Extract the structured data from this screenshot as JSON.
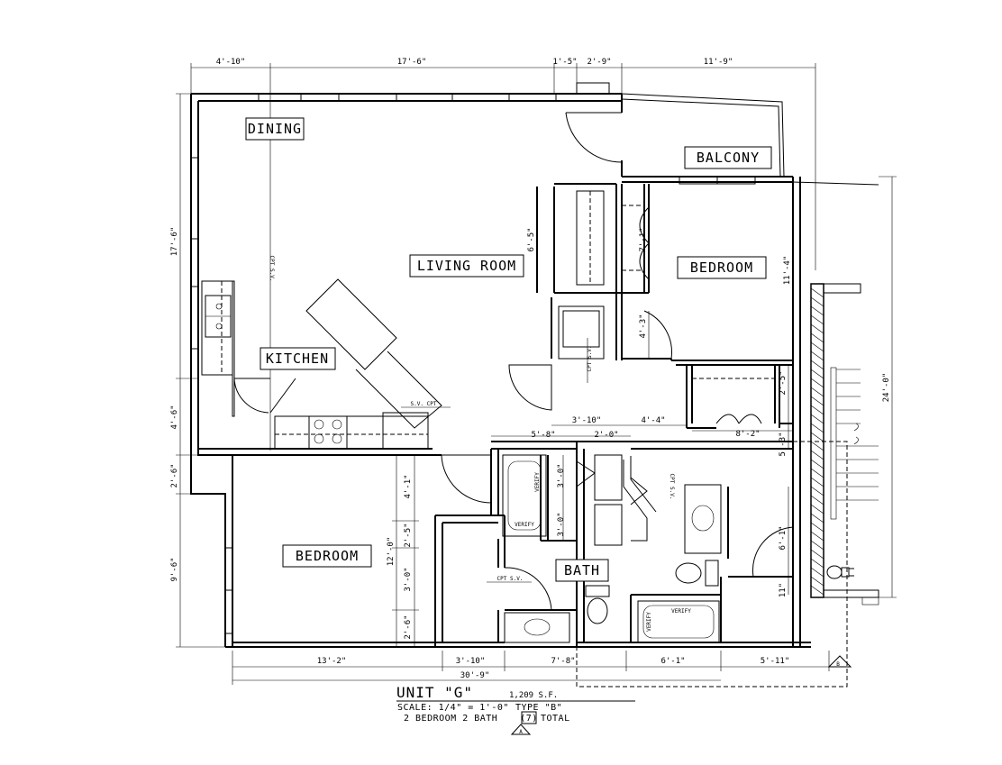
{
  "rooms": {
    "dining": "DINING",
    "balcony": "BALCONY",
    "living_room": "LIVING ROOM",
    "bedroom_right": "BEDROOM",
    "kitchen": "KITCHEN",
    "bedroom_left": "BEDROOM",
    "bath": "BATH"
  },
  "dimensions": {
    "top": [
      "4'-10\"",
      "17'-6\"",
      "1'-5\"",
      "2'-9\"",
      "11'-9\""
    ],
    "left": [
      "17'-6\"",
      "4'-6\"",
      "2'-6\"",
      "9'-6\""
    ],
    "bottom": [
      "13'-2\"",
      "3'-10\"",
      "7'-8\"",
      "6'-1\"",
      "5'-11\""
    ],
    "overall_bottom": "30'-9\"",
    "right_overall": "24'-0\"",
    "closet_height": "6'-5\"",
    "closet_depth": "7'-1\"",
    "bedroom_right_depth": "11'-4\"",
    "bath_closet_door": "4'-3\"",
    "mid_a": "3'-10\"",
    "mid_b": "4'-4\"",
    "mid_c": "5'-8\"",
    "mid_d": "2'-0\"",
    "closet_right": "8'-2\"",
    "right_a": "2'-5\"",
    "right_b": "5'-3\"",
    "right_c": "6'-1\"",
    "right_d": "11\"",
    "bed_left_a": "4'-1\"",
    "bed_left_b": "2'-5\"",
    "bed_left_c": "3'-0\"",
    "bed_left_d": "2'-6\"",
    "bed_left_total": "12'-0\"",
    "bath_a": "3'-0\"",
    "bath_b": "3'-0\""
  },
  "notes": {
    "cpt_sv_kitchen": "CPT S.V.",
    "sv_cpt": "S.V. CPT",
    "cpt_sv_closet": "CPT S.V.",
    "cpt_sv_bath": "CPT S.V.",
    "cpt_sv_hall": "CPT S.V.",
    "verify_1": "VERIFY",
    "verify_2": "VERIFY",
    "verify_3": "VERIFY",
    "verify_4": "VERIFY",
    "marker_b": "B"
  },
  "title_block": {
    "unit": "UNIT \"G\"",
    "area": "1,209 S.F.",
    "scale": "SCALE: 1/4\" = 1'-0\"",
    "type": "TYPE \"B\"",
    "desc_prefix": "2 BEDROOM 2 BATH",
    "count": "(7)",
    "desc_suffix": "TOTAL",
    "marker": "A"
  }
}
